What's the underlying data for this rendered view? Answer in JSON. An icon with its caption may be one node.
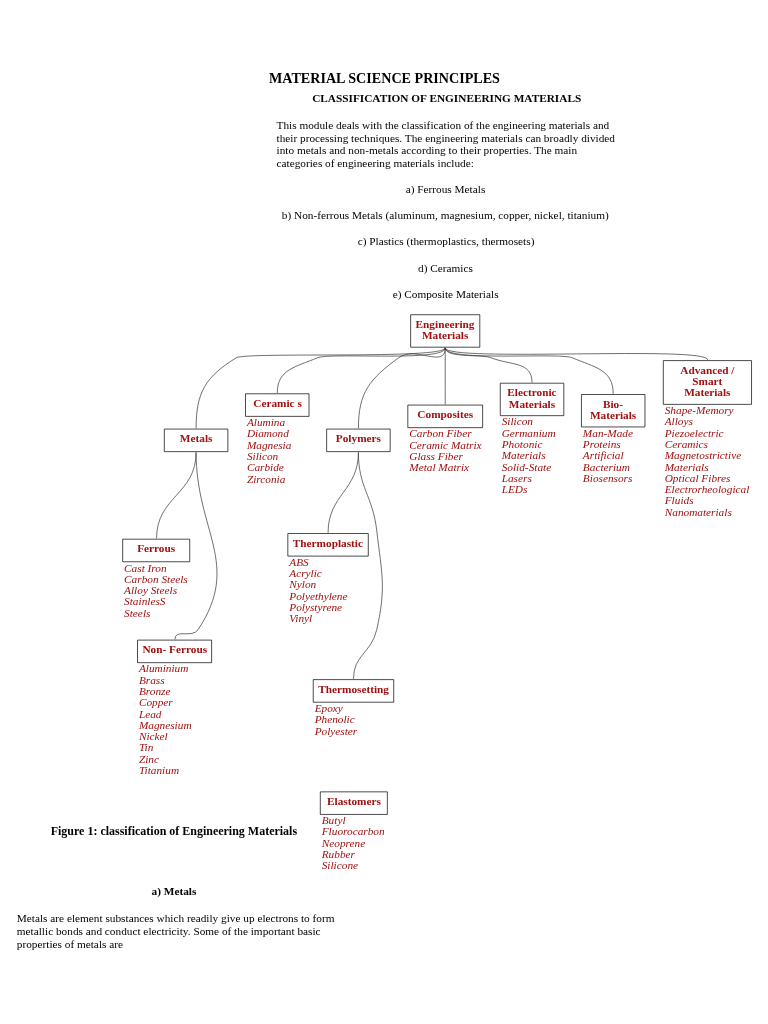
{
  "diagram": {
    "title": "MATERIAL SCIENCE PRINCIPLES",
    "caption": "Figure 1: classification of Engineering Materials",
    "nodes": [
      {
        "text": [
          "Engineering Materials"
        ]
      },
      {
        "text": [
          "Metals"
        ]
      },
      {
        "text": [
          "Ceramic s"
        ],
        "beside": [
          "Alumina",
          "Diamond",
          "Magnesia",
          "Silicon Carbide",
          "Zirconia"
        ]
      },
      {
        "text": [
          "Polymers"
        ]
      },
      {
        "text": [
          "Composites"
        ],
        "beside": [
          "Carbon Fiber",
          "Ceramic Matrix",
          "Glass Fiber",
          "Metal Matrix"
        ]
      },
      {
        "text": [
          "Electronic Materials"
        ],
        "beside": [
          "Silicon",
          "Germanium",
          "Photonic Materials",
          "Solid-State Lasers",
          "LEDs"
        ]
      },
      {
        "text": [
          "Bio- Materials"
        ],
        "beside": [
          "Man-Made Proteins",
          "Artificial Bacterium",
          "Biosensors"
        ]
      },
      {
        "text": [
          "Advanced / Smart Materials"
        ],
        "beside": [
          "Shape-Memory Alloys",
          "Piezoelectric Ceramics",
          "Magnetostrictive Materials",
          "Optical Fibres",
          "Electrorheological Fluids",
          "Nanomaterials"
        ]
      },
      {
        "text": [
          "Ferrous"
        ],
        "beside": [
          "Cast Iron",
          "Carbon Steels",
          "Alloy Steels",
          "StainlesS Steels"
        ]
      },
      {
        "text": [
          "Non- Ferrous"
        ],
        "beside": [
          "Aluminium",
          "Brass",
          "Bronze",
          "Copper",
          "Lead",
          "Magnesium",
          "Nickel",
          "Tin",
          "Zinc",
          "Titanium"
        ]
      },
      {
        "text": [
          "Thermoplastic"
        ],
        "beside": [
          "ABS",
          "Acrylic",
          "Nylon",
          "Polyethylene",
          "Polystyrene",
          "Vinyl"
        ]
      },
      {
        "text": [
          "Thermosetting"
        ],
        "beside": [
          "Epoxy",
          "Phenolic",
          "Polyester"
        ]
      },
      {
        "text": [
          "Elastomers"
        ],
        "beside": [
          "Butyl",
          "Fluorocarbon",
          "Neoprene",
          "Rubber",
          "Silicone"
        ]
      }
    ],
    "edges": [
      {
        "from": 0,
        "to": 1,
        "arrow": "none"
      },
      {
        "from": 0,
        "to": 2,
        "arrow": "none"
      },
      {
        "from": 0,
        "to": 3,
        "arrow": "none"
      },
      {
        "from": 0,
        "to": 4,
        "arrow": "none"
      },
      {
        "from": 0,
        "to": 5,
        "arrow": "none"
      },
      {
        "from": 0,
        "to": 6,
        "arrow": "none"
      },
      {
        "from": 0,
        "to": 7,
        "arrow": "none"
      },
      {
        "from": 1,
        "to": 8,
        "arrow": "none"
      },
      {
        "from": 1,
        "to": 9,
        "arrow": "none"
      },
      {
        "from": 3,
        "to": 10,
        "arrow": "none"
      },
      {
        "from": 3,
        "to": 11,
        "arrow": "none"
      }
    ],
    "labels": [
      "CLASSIFICATION OF ENGINEERING MATERIALS",
      "This module deals with the classification of the engineering materials and their processing techniques. The engineering materials can broadly divided into metals and non-metals according to their properties. The main categories of engineering materials include:",
      "a) Ferrous Metals",
      "b) Non-ferrous Metals (aluminum, magnesium, copper, nickel, titanium)",
      "c) Plastics (thermoplastics, thermosets)",
      "d) Ceramics",
      "e) Composite Materials",
      "a) Metals",
      "Metals are element substances which readily give up electrons to form metallic bonds and conduct electricity. Some of the important basic properties of metals are"
    ]
  }
}
